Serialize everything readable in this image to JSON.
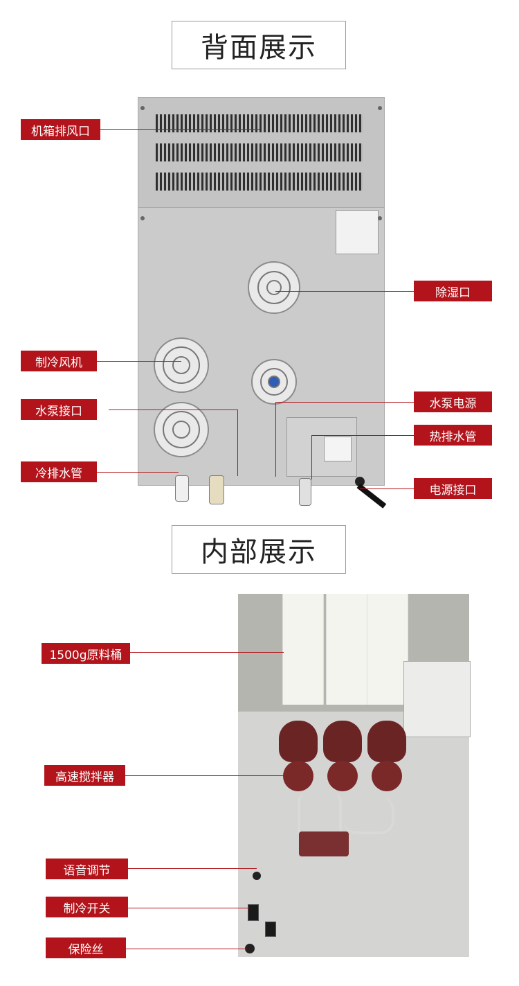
{
  "sections": {
    "back_title": "背面展示",
    "inside_title": "内部展示"
  },
  "back_labels": {
    "exhaust": "机箱排风口",
    "dehumidify": "除湿口",
    "cooling_fan": "制冷风机",
    "pump_interface": "水泵接口",
    "pump_power": "水泵电源",
    "hot_drain": "热排水管",
    "cold_drain": "冷排水管",
    "power_port": "电源接口"
  },
  "inside_labels": {
    "bucket": "1500g原料桶",
    "mixer": "高速搅拌器",
    "volume": "语音调节",
    "cooling_switch": "制冷开关",
    "fuse": "保险丝"
  },
  "colors": {
    "label_bg": "#b3141b",
    "panel": "#c8c8c8"
  }
}
